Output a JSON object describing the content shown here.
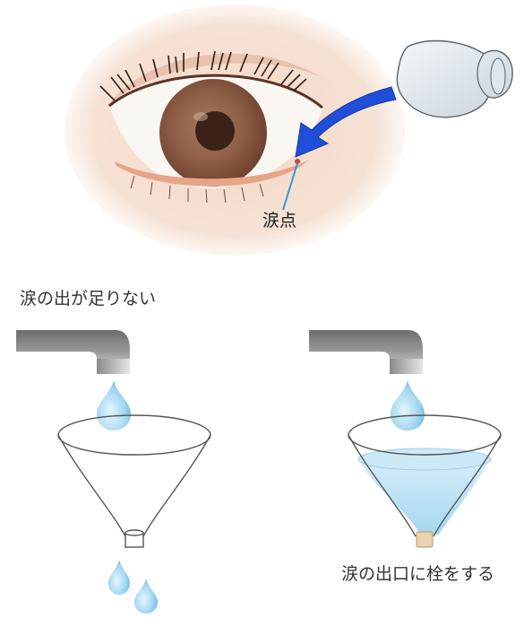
{
  "eye_section": {
    "punctum_label": "涙点"
  },
  "panels": [
    {
      "caption": "涙の出が足りない"
    },
    {
      "caption": "涙の出口に栓をする"
    }
  ],
  "colors": {
    "arrow": "#1f4fd8",
    "pointer_line": "#2b9bd6",
    "iris": "#7a4a34",
    "eyelid_rim": "#e6a588",
    "tear": "#8fd0ee",
    "water": "#bfe3f4",
    "faucet": "#8a8a8a",
    "plug": "#e9d3b0"
  }
}
